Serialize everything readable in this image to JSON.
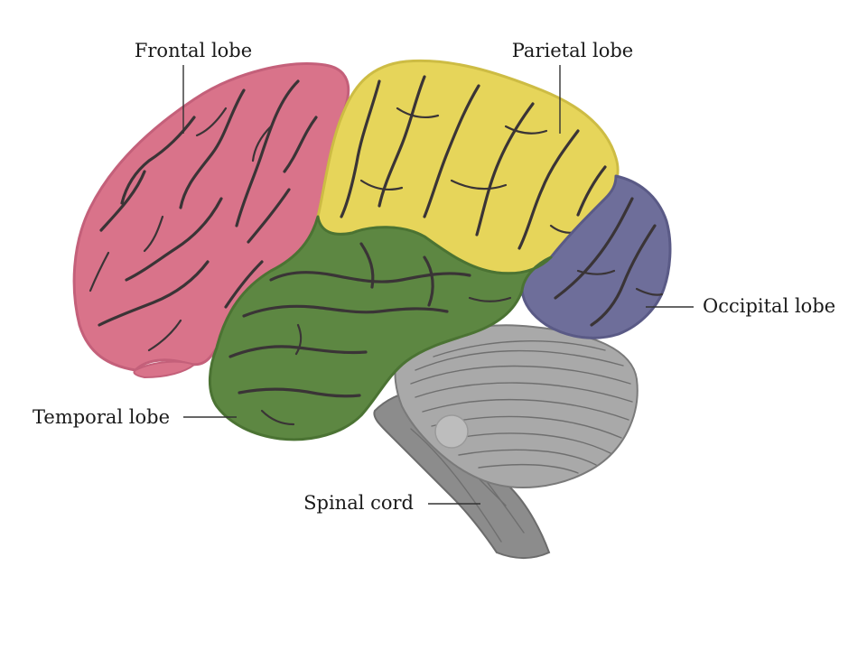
{
  "labels": {
    "frontal": "Frontal lobe",
    "parietal": "Parietal lobe",
    "occipital": "Occipital lobe",
    "temporal": "Temporal lobe",
    "spinal": "Spinal cord"
  },
  "colors": {
    "frontal": "#d9738a",
    "parietal": "#e6d55a",
    "occipital": "#6e6e9a",
    "temporal": "#5d8742",
    "cerebellum": "#a8a8a8",
    "brainstem": "#8a8a8a"
  }
}
